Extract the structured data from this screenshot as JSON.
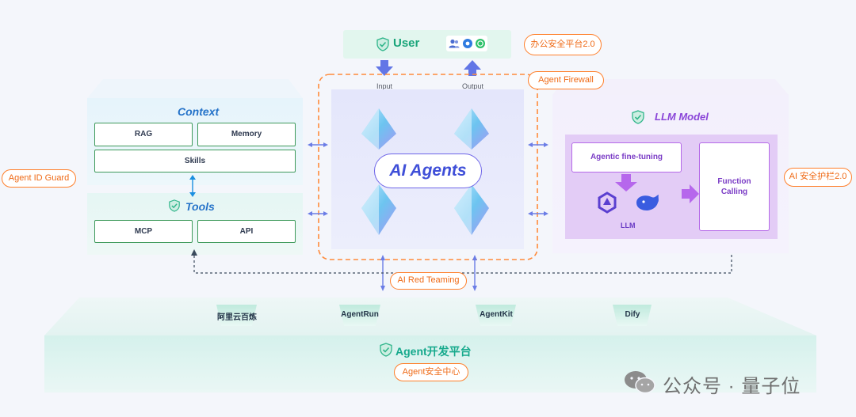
{
  "user": {
    "label": "User",
    "input_label": "Input",
    "output_label": "Output",
    "platform_badge": "办公安全平台2.0"
  },
  "agent_firewall": {
    "label": "Agent Firewall"
  },
  "context": {
    "title": "Context",
    "items": [
      "RAG",
      "Memory",
      "Skills"
    ]
  },
  "tools": {
    "title": "Tools",
    "items": [
      "MCP",
      "API"
    ]
  },
  "agent_id_guard": {
    "label": "Agent ID Guard"
  },
  "agents": {
    "label": "AI Agents"
  },
  "llm": {
    "title": "LLM Model",
    "finetune_label": "Agentic fine-tuning",
    "function_label": "Function\nCalling",
    "llm_label": "LLM",
    "guard_badge": "AI 安全护栏2.0"
  },
  "red_team": {
    "label": "AI Red Teaming"
  },
  "platform": {
    "title": "Agent开发平台",
    "security_center": "Agent安全中心",
    "items": [
      "阿里云百炼",
      "AgentRun",
      "AgentKit",
      "Dify"
    ]
  },
  "watermark": {
    "text": "公众号 · 量子位"
  },
  "colors": {
    "orange_accent": "#ff7f2a",
    "green_accent": "#3e9a5b",
    "purple_accent": "#b569e8",
    "agent_blue": "#3f4fd8"
  },
  "icons": [
    "shield-check-icon",
    "users-icon",
    "circle-logo-icon",
    "whatsapp-icon",
    "crystal-icon",
    "qwen-logo-icon",
    "whale-logo-icon",
    "wechat-icon"
  ]
}
